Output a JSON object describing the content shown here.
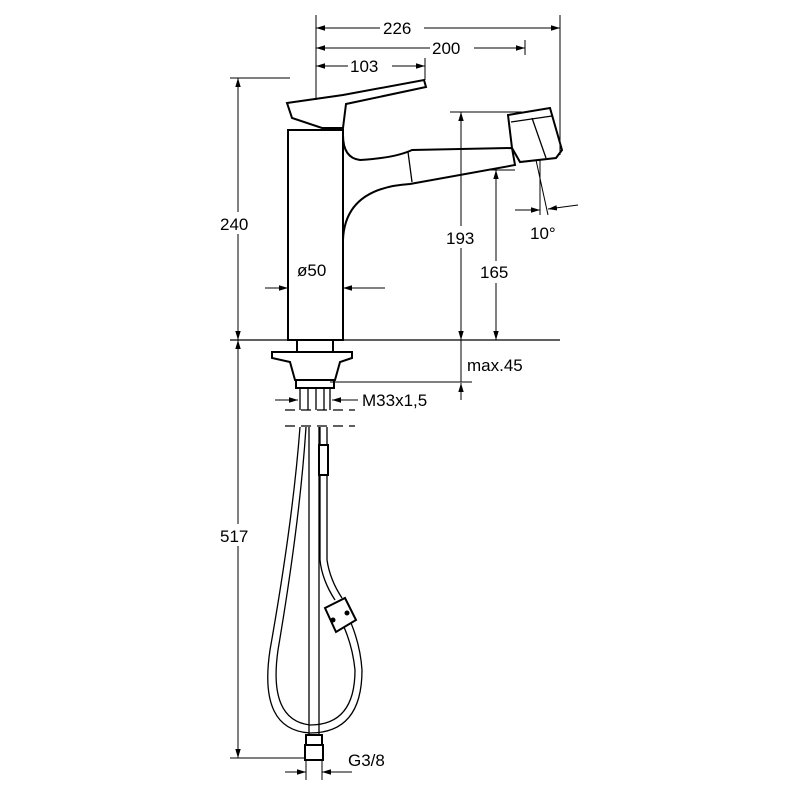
{
  "dimensions": {
    "overall_width": "226",
    "spout_reach": "200",
    "lever_reach": "103",
    "overall_height": "240",
    "spout_top_height": "193",
    "spout_outlet_height": "165",
    "spray_angle": "10°",
    "body_diameter": "ø50",
    "max_deck_thickness": "max.45",
    "thread": "M33x1,5",
    "hose_length": "517",
    "connection": "G3/8"
  },
  "colors": {
    "line": "#000000",
    "background": "#ffffff"
  }
}
